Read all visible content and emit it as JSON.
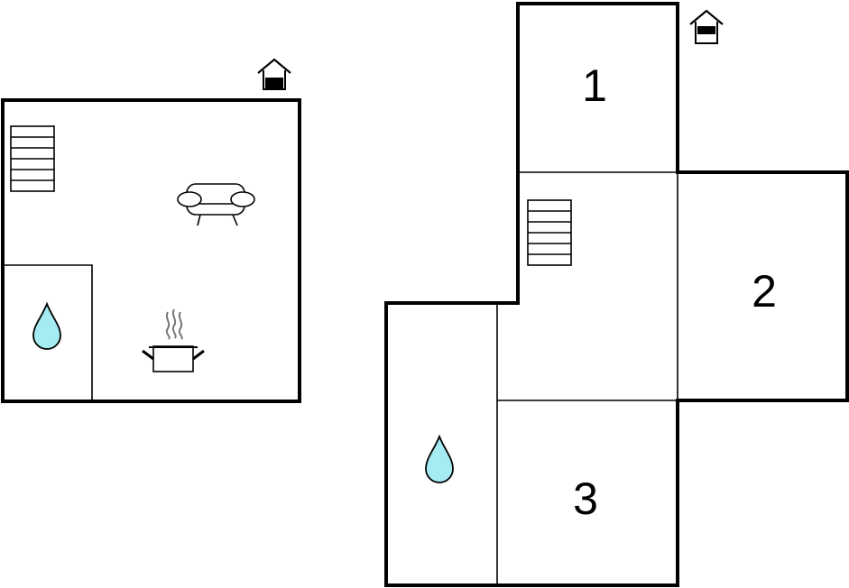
{
  "colors": {
    "walls": "#000000",
    "water_drop": "#a5ecf2",
    "steam": "#777777",
    "background": "#ffffff"
  },
  "rooms": [
    {
      "id": "bedroom-1",
      "label": "1"
    },
    {
      "id": "bedroom-2",
      "label": "2"
    },
    {
      "id": "bedroom-3",
      "label": "3"
    }
  ],
  "icons": {
    "floor_left": [
      "house-entrance-icon",
      "staircase-icon",
      "sofa-icon",
      "water-drop-icon",
      "cooking-pot-icon"
    ],
    "floor_right": [
      "house-entrance-icon",
      "staircase-icon",
      "water-drop-icon"
    ]
  }
}
